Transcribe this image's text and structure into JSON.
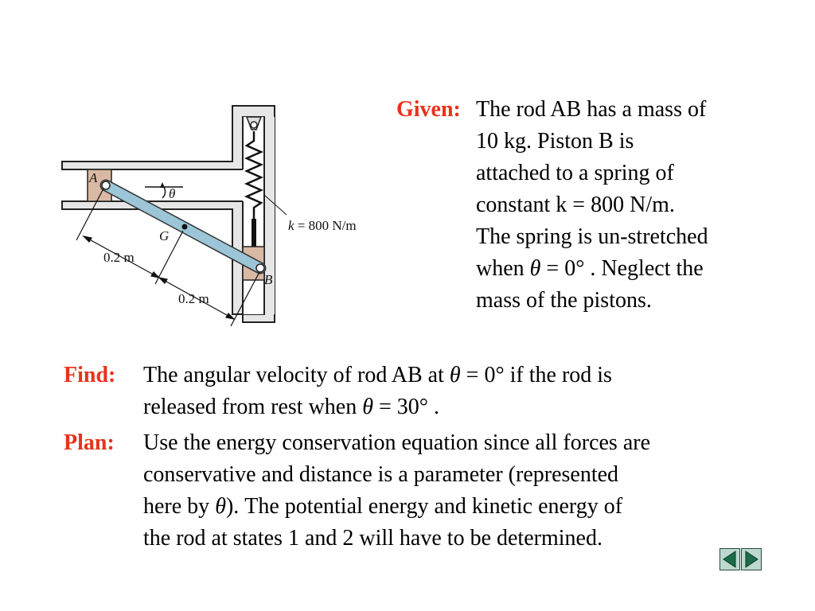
{
  "given": {
    "label": "Given:",
    "lines": [
      "The rod AB has a mass of",
      "10 kg.  Piston B is",
      "attached to a spring of",
      "constant k = 800 N/m.",
      "The spring is un-stretched"
    ],
    "line6": {
      "a": "when ",
      "theta": "θ",
      "b": " = 0°  .  Neglect the"
    },
    "line7": "mass of the pistons."
  },
  "find": {
    "label": "Find:",
    "line1": {
      "a": "The angular velocity of rod AB at ",
      "theta": "θ",
      "b": " = 0°   if the rod is"
    },
    "line2": {
      "a": "released from rest when ",
      "theta": "θ",
      "b": " = 30°  ."
    }
  },
  "plan": {
    "label": "Plan:",
    "line1": "Use the energy conservation equation since all forces are",
    "line2": "conservative and distance is a parameter (represented",
    "line3": {
      "a": "here by ",
      "theta": "θ",
      "b": ").  The potential energy and kinetic energy of"
    },
    "line4": "the rod at states 1 and 2 will have to be determined."
  },
  "figure": {
    "label_a": "A",
    "label_b": "B",
    "label_g": "G",
    "label_theta": "θ",
    "label_k_sym": "k",
    "label_k_val": " = 800 N/m",
    "dim1": "0.2 m",
    "dim2": "0.2 m"
  },
  "nav": {
    "prev_icon": "triangle-left-icon",
    "next_icon": "triangle-right-icon"
  },
  "colors": {
    "label_red": "#e8321e",
    "wall_fill": "#e6e6e6",
    "piston_fill": "#d9b9a4",
    "rod_fill": "#9cc6d8",
    "nav_fill": "#bcd8cf"
  }
}
